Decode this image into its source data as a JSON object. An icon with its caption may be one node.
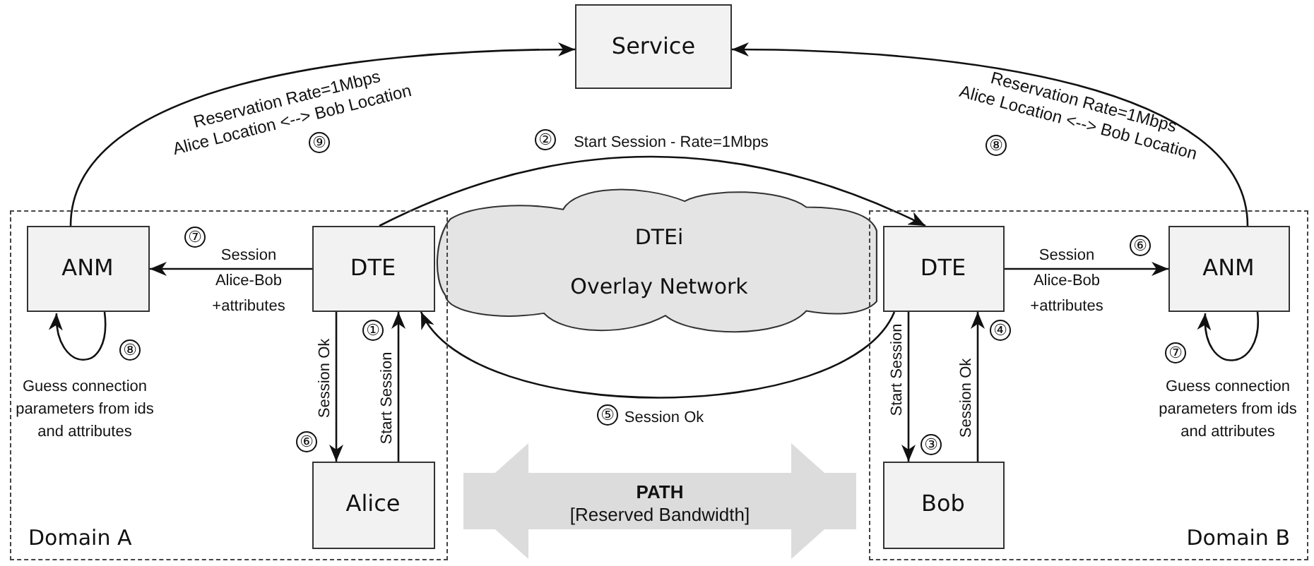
{
  "diagram": {
    "nodes": [
      {
        "text": [
          "Service"
        ]
      },
      {
        "text": [
          "Domain A"
        ]
      },
      {
        "text": [
          "ANM"
        ],
        "in": 1
      },
      {
        "text": [
          "DTE"
        ],
        "in": 1
      },
      {
        "text": [
          "Alice"
        ],
        "in": 1
      },
      {
        "text": [
          "Domain B"
        ]
      },
      {
        "text": [
          "DTE"
        ],
        "in": 5
      },
      {
        "text": [
          "ANM"
        ],
        "in": 5
      },
      {
        "text": [
          "Bob"
        ],
        "in": 5
      },
      {
        "text": [
          "DTEi",
          "Overlay Network"
        ]
      }
    ],
    "edges": [
      {
        "from": 2,
        "to": 0,
        "arrow": "to",
        "label": "Reservation Rate=1Mbps Alice Location <--> Bob Location"
      },
      {
        "from": 7,
        "to": 0,
        "arrow": "to",
        "label": "Reservation Rate=1Mbps Alice Location <--> Bob Location"
      },
      {
        "from": 3,
        "to": 6,
        "arrow": "to",
        "label": "Start Session - Rate=1Mbps"
      },
      {
        "from": 6,
        "to": 3,
        "arrow": "to",
        "label": "Session Ok"
      },
      {
        "from": 3,
        "to": 2,
        "arrow": "to",
        "label": "Session Alice-Bob +attributes"
      },
      {
        "from": 6,
        "to": 7,
        "arrow": "to",
        "label": "Session Alice-Bob +attributes"
      },
      {
        "from": 3,
        "to": 4,
        "arrow": "to",
        "label": "Session Ok"
      },
      {
        "from": 4,
        "to": 3,
        "arrow": "to",
        "label": "Start Session"
      },
      {
        "from": 6,
        "to": 8,
        "arrow": "to",
        "label": "Start Session"
      },
      {
        "from": 8,
        "to": 6,
        "arrow": "to",
        "label": "Session Ok"
      },
      {
        "from": 2,
        "to": 2,
        "arrow": "to",
        "label": "Guess connection parameters from ids and attributes"
      },
      {
        "from": 7,
        "to": 7,
        "arrow": "to",
        "label": "Guess connection parameters from ids and attributes"
      },
      {
        "from": 4,
        "to": 8,
        "arrow": "both",
        "style": "thick",
        "color": "#dcdcdc",
        "label": "**PATH** [Reserved Bandwidth]"
      }
    ],
    "labels": [
      "⑨",
      "②",
      "⑧",
      "⑦",
      "⑥",
      "①",
      "④",
      "⑧",
      "⑦",
      "⑤",
      "⑥",
      "③"
    ]
  }
}
